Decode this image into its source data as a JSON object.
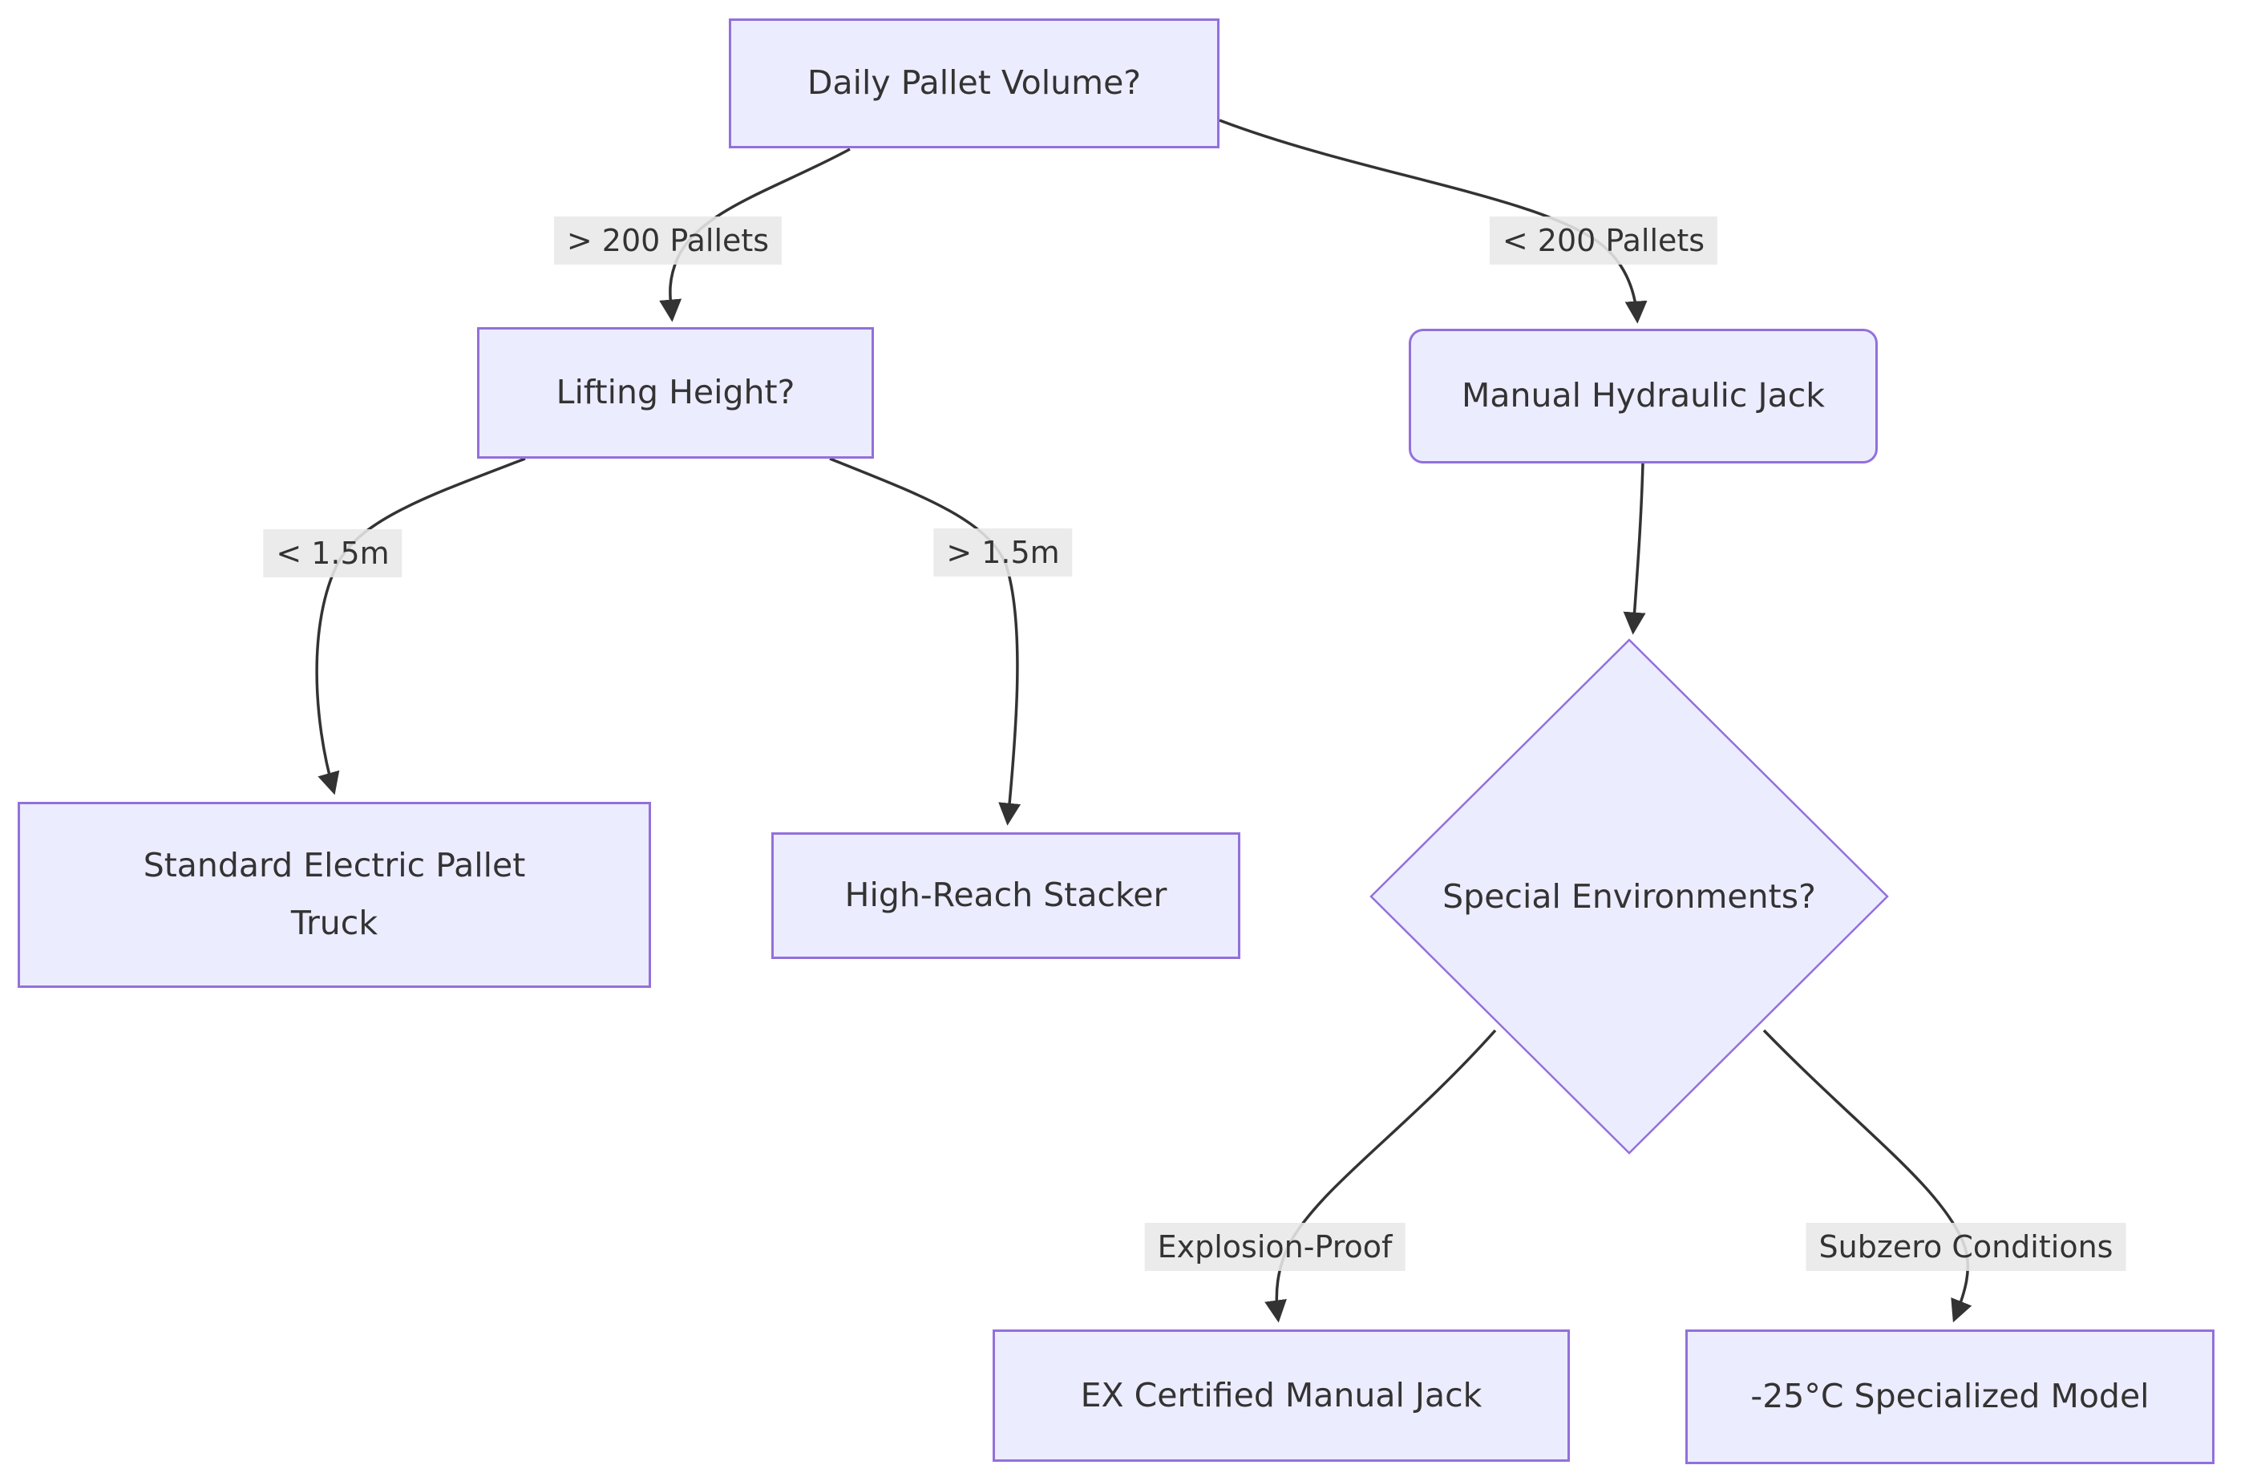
{
  "diagram": {
    "type": "flowchart",
    "nodes": {
      "daily_volume": {
        "label": "Daily Pallet Volume?",
        "shape": "rect"
      },
      "lifting_height": {
        "label": "Lifting Height?",
        "shape": "rect"
      },
      "manual_jack": {
        "label": "Manual Hydraulic Jack",
        "shape": "rounded-rect"
      },
      "standard_truck": {
        "label": "Standard Electric Pallet Truck",
        "shape": "rect"
      },
      "high_reach": {
        "label": "High-Reach Stacker",
        "shape": "rect"
      },
      "special_env": {
        "label": "Special Environments?",
        "shape": "diamond"
      },
      "ex_jack": {
        "label": "EX Certified Manual Jack",
        "shape": "rect"
      },
      "subzero_model": {
        "label": "-25°C Specialized Model",
        "shape": "rect"
      }
    },
    "edges": [
      {
        "from": "daily_volume",
        "to": "lifting_height",
        "label": "> 200 Pallets"
      },
      {
        "from": "daily_volume",
        "to": "manual_jack",
        "label": "< 200 Pallets"
      },
      {
        "from": "lifting_height",
        "to": "standard_truck",
        "label": "< 1.5m"
      },
      {
        "from": "lifting_height",
        "to": "high_reach",
        "label": "> 1.5m"
      },
      {
        "from": "manual_jack",
        "to": "special_env",
        "label": ""
      },
      {
        "from": "special_env",
        "to": "ex_jack",
        "label": "Explosion-Proof"
      },
      {
        "from": "special_env",
        "to": "subzero_model",
        "label": "Subzero Conditions"
      }
    ],
    "colors": {
      "node_fill": "#ECECFF",
      "node_border": "#9370DB",
      "edge_stroke": "#333333",
      "edge_label_bg": "#e8e8e8",
      "text": "#333333",
      "background": "#ffffff"
    }
  }
}
